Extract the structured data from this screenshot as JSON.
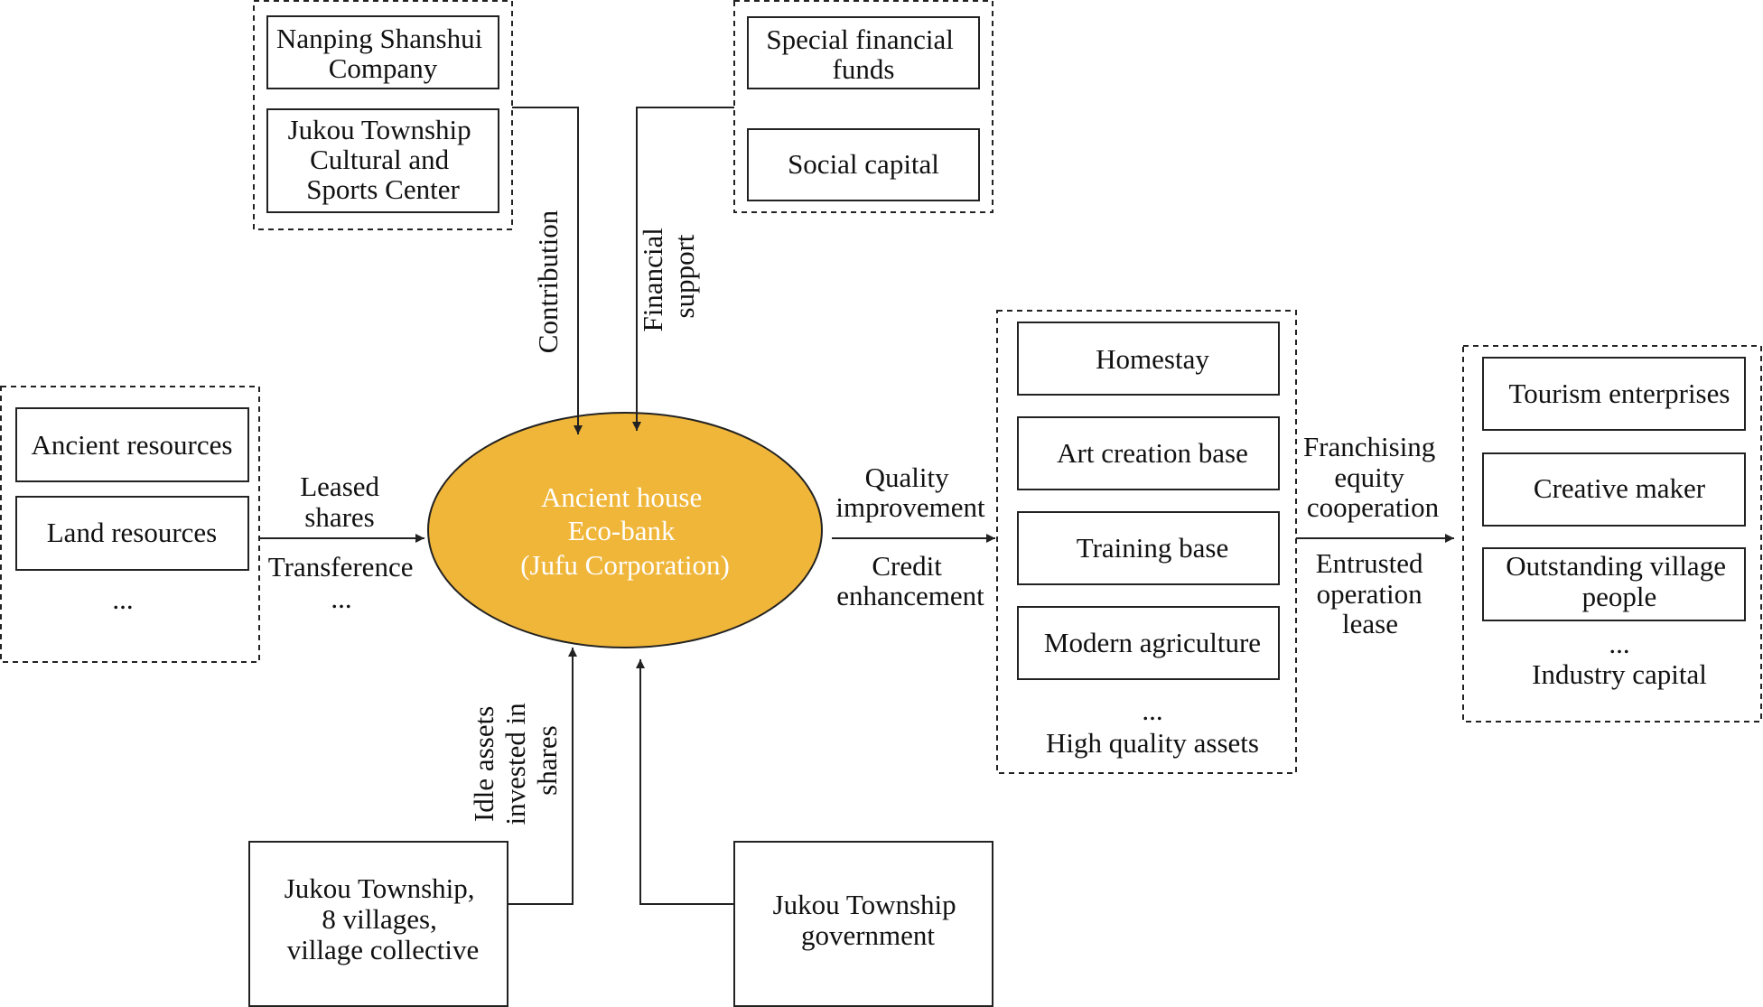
{
  "center": {
    "lines": [
      "Ancient house",
      "Eco-bank",
      "(Jufu Corporation)"
    ],
    "fill": "#F0B63A",
    "text_color": "#ffffff"
  },
  "top_left_group": {
    "nanping": [
      "Nanping Shanshui",
      "Company"
    ],
    "cultural": [
      "Jukou Township",
      "Cultural and",
      "Sports Center"
    ]
  },
  "top_right_group": {
    "special": [
      "Special financial",
      "funds"
    ],
    "social": [
      "Social capital"
    ]
  },
  "left_group": {
    "ancient": [
      "Ancient resources"
    ],
    "land": [
      "Land resources"
    ],
    "more": "..."
  },
  "right_group": {
    "homestay": [
      "Homestay"
    ],
    "art": [
      "Art creation base"
    ],
    "training": [
      "Training base"
    ],
    "agriculture": [
      "Modern agriculture"
    ],
    "more": "...",
    "caption": "High quality assets"
  },
  "far_right_group": {
    "tourism": [
      "Tourism enterprises"
    ],
    "creative": [
      "Creative maker"
    ],
    "outstanding": [
      "Outstanding village",
      "people"
    ],
    "more": "...",
    "caption": "Industry capital"
  },
  "bottom_left": [
    "Jukou Township,",
    "8 villages,",
    "village collective"
  ],
  "bottom_right": [
    "Jukou Township",
    "government"
  ],
  "arrow_labels": {
    "contribution": [
      "Contribution"
    ],
    "financial_support": [
      "Financial",
      "support"
    ],
    "leased_shares": [
      "Leased",
      "shares"
    ],
    "transference": [
      "Transference",
      "..."
    ],
    "quality_improvement": [
      "Quality",
      "improvement"
    ],
    "credit_enhancement": [
      "Credit",
      "enhancement"
    ],
    "franchising": [
      "Franchising",
      "equity",
      "cooperation"
    ],
    "entrusted": [
      "Entrusted",
      "operation",
      "lease"
    ],
    "idle_assets": [
      "Idle assets",
      "invested in",
      "shares"
    ]
  }
}
